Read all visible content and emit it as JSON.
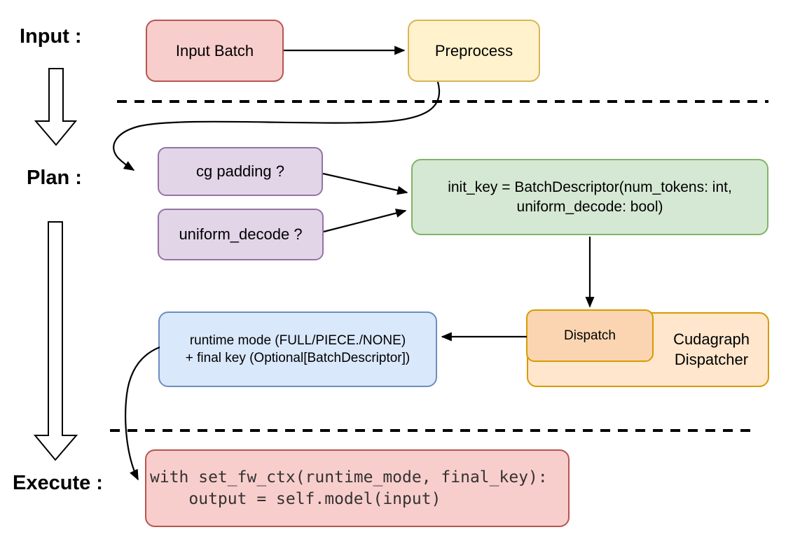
{
  "stages": {
    "input_label": "Input :",
    "plan_label": "Plan :",
    "execute_label": "Execute :"
  },
  "nodes": {
    "input_batch": {
      "label": "Input Batch",
      "fill": "#f8cecc",
      "stroke": "#b85450"
    },
    "preprocess": {
      "label": "Preprocess",
      "fill": "#fff2cc",
      "stroke": "#d6b656"
    },
    "cg_padding": {
      "label": "cg padding ?",
      "fill": "#e1d5e7",
      "stroke": "#9673a6"
    },
    "uniform_decode": {
      "label": "uniform_decode ?",
      "fill": "#e1d5e7",
      "stroke": "#9673a6"
    },
    "init_key": {
      "line1": "init_key = BatchDescriptor(num_tokens: int,",
      "line2": "uniform_decode: bool)",
      "fill": "#d5e8d4",
      "stroke": "#82b366"
    },
    "runtime_key": {
      "line1": "runtime mode (FULL/PIECE./NONE)",
      "line2": "+ final key (Optional[BatchDescriptor])",
      "fill": "#dae8fc",
      "stroke": "#6c8ebf"
    },
    "dispatch": {
      "label": "Dispatch",
      "fill": "#fbd5b1",
      "stroke": "#d79b00"
    },
    "cudagraph_dispatcher": {
      "line1": "Cudagraph",
      "line2": "Dispatcher",
      "fill": "#ffe6cc",
      "stroke": "#d79b00"
    },
    "execute_code": {
      "line1": "with set_fw_ctx(runtime_mode, final_key):",
      "line2": "    output = self.model(input)",
      "fill": "#f8cecc",
      "stroke": "#b85450",
      "text_color": "#333333"
    }
  },
  "connector_color": "#000000"
}
